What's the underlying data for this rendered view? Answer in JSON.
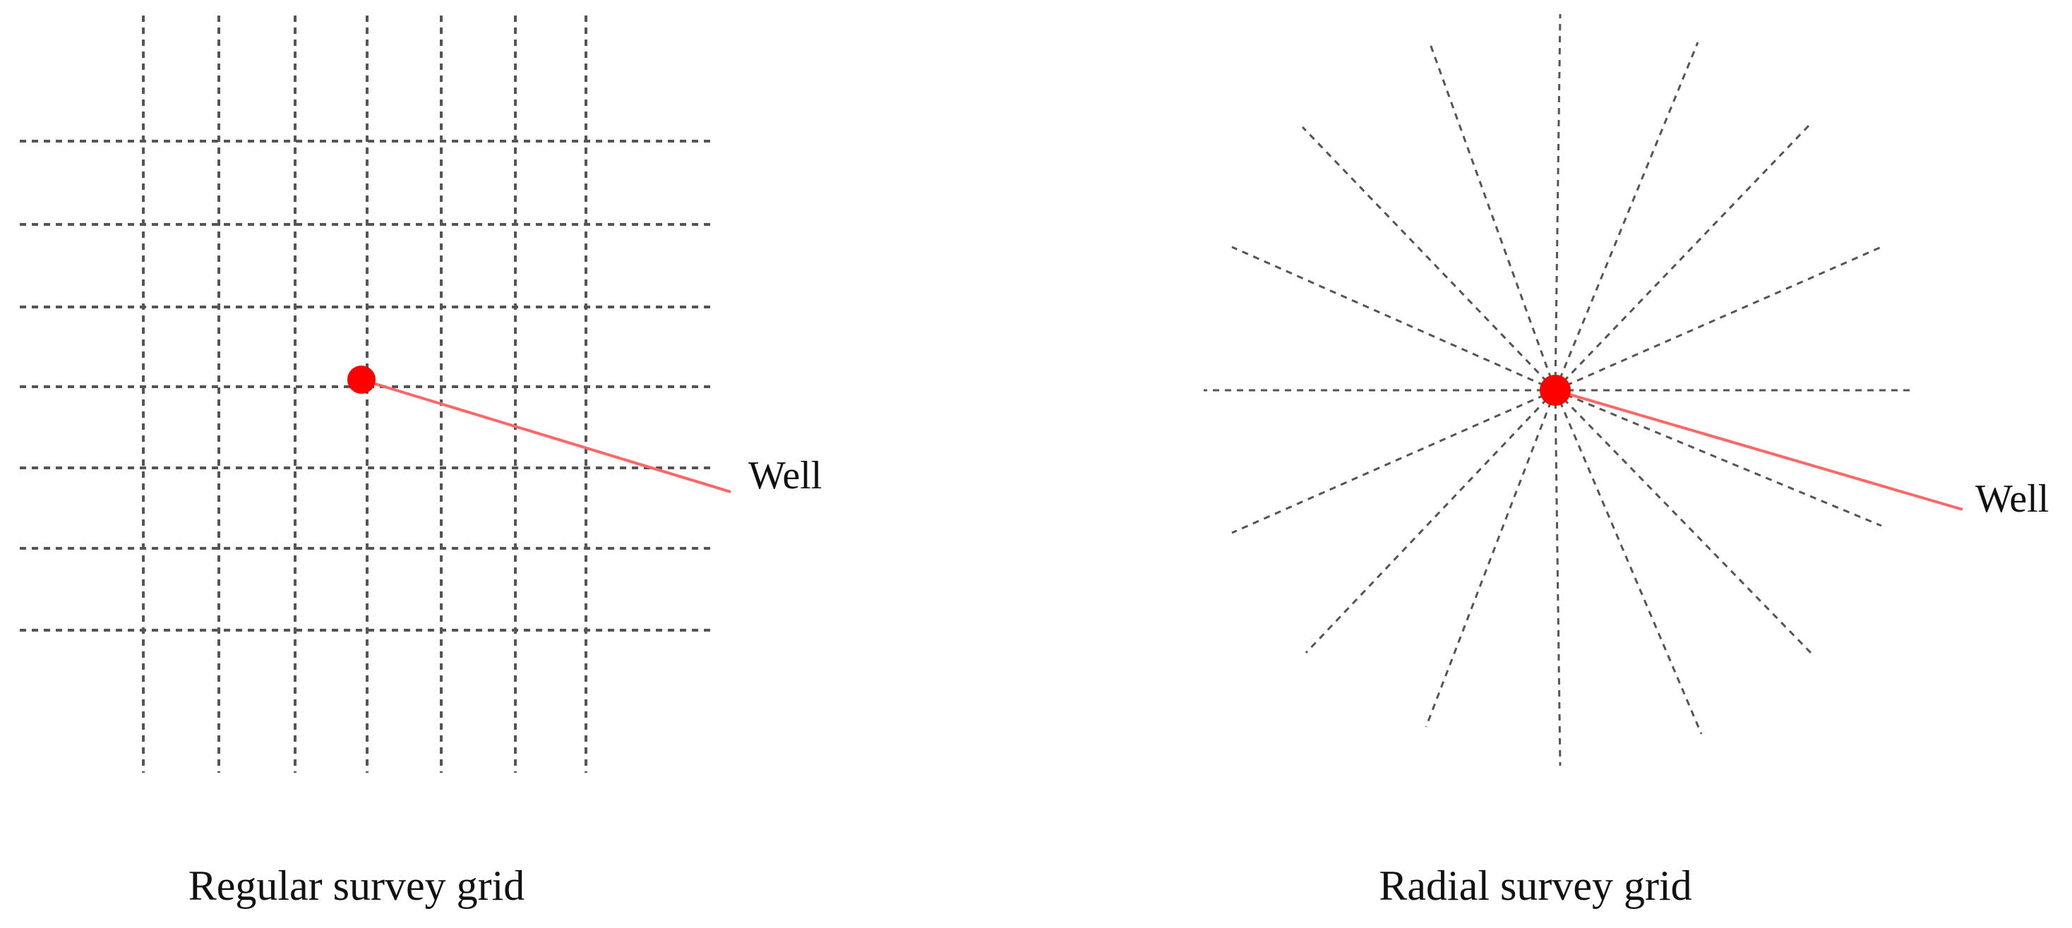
{
  "left_panel": {
    "caption": "Regular survey grid",
    "well_label": "Well"
  },
  "right_panel": {
    "caption": "Radial survey grid",
    "well_label": "Well"
  },
  "colors": {
    "survey_line": "#555555",
    "well": "#ff0000",
    "well_trajectory": "#ff6666"
  }
}
